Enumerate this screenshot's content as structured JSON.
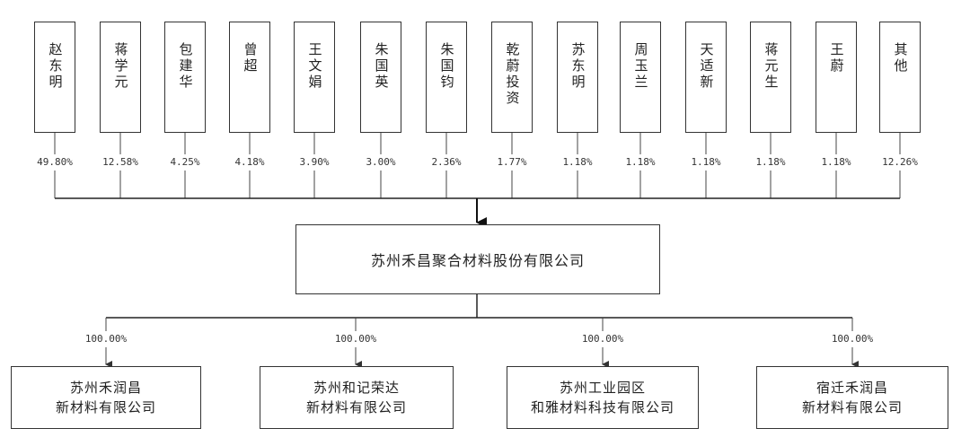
{
  "shareholders": [
    {
      "name": "赵东明",
      "pct": "49.80%"
    },
    {
      "name": "蒋学元",
      "pct": "12.58%"
    },
    {
      "name": "包建华",
      "pct": "4.25%"
    },
    {
      "name": "曾超",
      "pct": "4.18%"
    },
    {
      "name": "王文娟",
      "pct": "3.90%"
    },
    {
      "name": "朱国英",
      "pct": "3.00%"
    },
    {
      "name": "朱国钧",
      "pct": "2.36%"
    },
    {
      "name": "乾蔚投资",
      "pct": "1.77%"
    },
    {
      "name": "苏东明",
      "pct": "1.18%"
    },
    {
      "name": "周玉兰",
      "pct": "1.18%"
    },
    {
      "name": "天适新",
      "pct": "1.18%"
    },
    {
      "name": "蒋元生",
      "pct": "1.18%"
    },
    {
      "name": "王蔚",
      "pct": "1.18%"
    },
    {
      "name": "其他",
      "pct": "12.26%"
    }
  ],
  "company": {
    "name": "苏州禾昌聚合材料股份有限公司"
  },
  "subsidiaries": [
    {
      "line1": "苏州禾润昌",
      "line2": "新材料有限公司",
      "pct": "100.00%"
    },
    {
      "line1": "苏州和记荣达",
      "line2": "新材料有限公司",
      "pct": "100.00%"
    },
    {
      "line1": "苏州工业园区",
      "line2": "和雅材料科技有限公司",
      "pct": "100.00%"
    },
    {
      "line1": "宿迁禾润昌",
      "line2": "新材料有限公司",
      "pct": "100.00%"
    }
  ]
}
